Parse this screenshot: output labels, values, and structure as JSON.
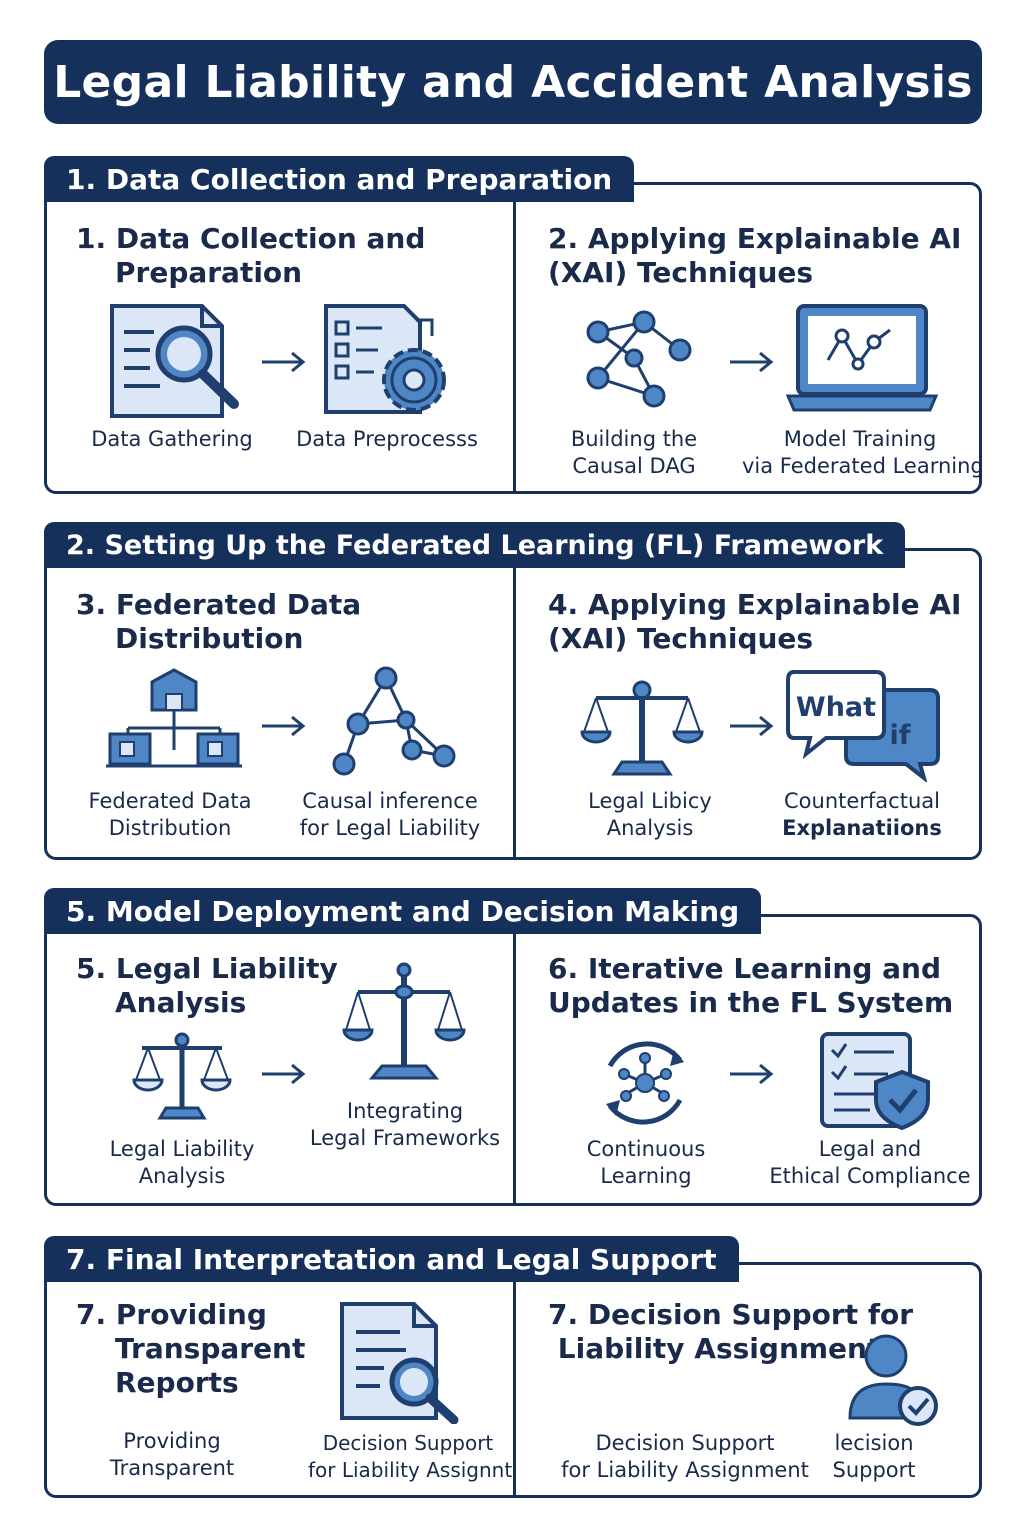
{
  "title": "Legal Liability and Accident Analysis",
  "sections": [
    {
      "tab": "1. Data Collection and Preparation",
      "left": {
        "heading": "1. Data Collection and\n    Preparation",
        "cap1": "Data Gathering",
        "cap2": "Data Preprocesss"
      },
      "right": {
        "heading": "2. Applying Explainable AI\n(XAI) Techniques",
        "cap1": "Building the\nCausal DAG",
        "cap2": "Model Training\nvia Federated Learning"
      }
    },
    {
      "tab": "2. Setting Up the Federated Learning (FL) Framework",
      "left": {
        "heading": "3. Federated Data\n    Distribution",
        "cap1": "Federated Data\nDistribution",
        "cap2": "Causal inference\nfor Legal Liability"
      },
      "right": {
        "heading": "4. Applying Explainable AI\n(XAI) Techniques",
        "cap1": "Legal Libicy\nAnalysis",
        "cap2a": "Counterfactual",
        "cap2b": "Explanatiions",
        "bubble1": "What",
        "bubble2": "if"
      }
    },
    {
      "tab": "5. Model Deployment and Decision Making",
      "left": {
        "heading": "5. Legal Liability\n    Analysis",
        "cap1": "Legal Liability\nAnalysis",
        "cap2": "Integrating\nLegal Frameworks"
      },
      "right": {
        "heading": "6. Iterative Learning and\nUpdates in the FL System",
        "cap1": "Continuous\nLearning",
        "cap2": "Legal and\nEthical Compliance"
      }
    },
    {
      "tab": "7. Final Interpretation and Legal Support",
      "left": {
        "heading": "7. Providing\n    Transparent\n    Reports",
        "cap1": "Providing\nTransparent",
        "cap2": "Decision Support\nfor Liability Assignnt"
      },
      "right": {
        "heading": "7. Decision Support for\n Liability Assignment",
        "cap1": "Decision Support\nfor Liability Assignment",
        "cap2": "lecision\nSupport"
      }
    }
  ],
  "colors": {
    "navy": "#16305c",
    "icon_stroke": "#1f3f6e",
    "icon_fill": "#4f86c6",
    "icon_light": "#dbe7f6"
  }
}
